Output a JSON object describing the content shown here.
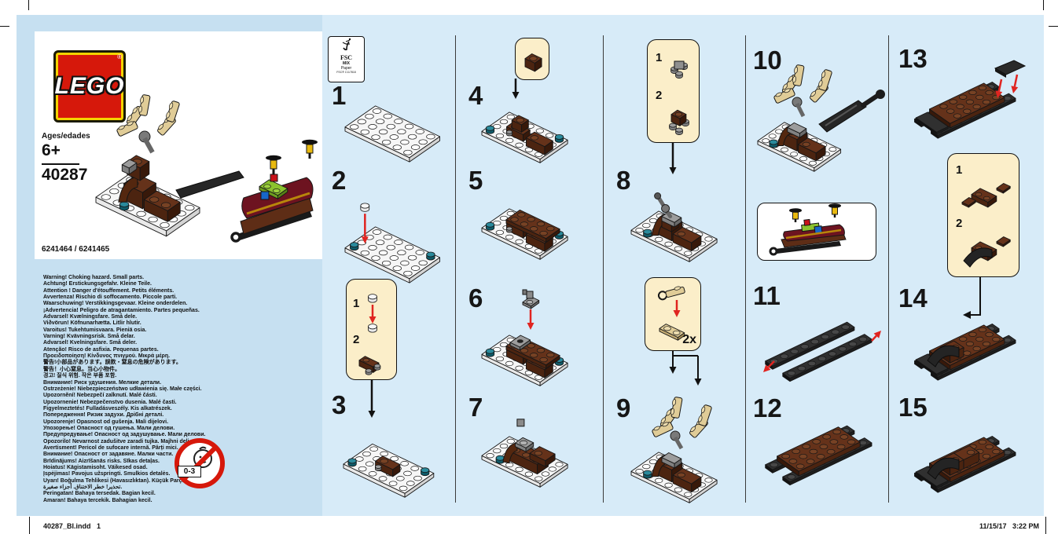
{
  "brand": {
    "logo_text": "LEGO",
    "reg_mark": "®"
  },
  "left_panel": {
    "ages_label": "Ages/edades",
    "age": "6+",
    "set_number": "40287",
    "item_numbers": "6241464 / 6241465",
    "choking_symbol_label": "0-3",
    "warnings": [
      "Warning! Choking hazard. Small parts.",
      "Achtung! Erstickungsgefahr. Kleine Teile.",
      "Attention ! Danger d'étouffement. Petits éléments.",
      "Avvertenza! Rischio di soffocamento. Piccole parti.",
      "Waarschuwing! Verstikkingsgevaar. Kleine onderdelen.",
      "¡Advertencia! Peligro de atragantamiento. Partes pequeñas.",
      "Advarsel! Kvælningsfare. Små dele.",
      "Viðvörun! Köfnunarhætta. Litlir hlutir.",
      "Varoitus! Tukehtumisvaara. Pieniä osia.",
      "Varning! Kvävningsrisk. Små delar.",
      "Advarsel! Kvelningsfare. Små deler.",
      "Atenção! Risco de asfixia. Pequenas partes.",
      "Προειδοποίηση! Κίνδυνος πνιγμού. Μικρά μέρη.",
      "警告!小部品があります。誤飲・窒息の危険があります。",
      "警告！小心窒息。当心小物件。",
      "경고! 질식 위험. 작은 부품 포함.",
      "Внимание! Риск удушения. Мелкие детали.",
      "Ostrzeżenie! Niebezpieczeństwo udławienia się. Małe części.",
      "Upozornění! Nebezpečí zalknutí. Malé části.",
      "Upozornenie! Nebezpečenstvo dusenia. Malé časti.",
      "Figyelmeztetés! Fulladásveszély. Kis alkatrészek.",
      "Попередження! Ризик задухи. Дрібні деталі.",
      "Upozorenje! Opasnost od gušenja. Mali dijelovi.",
      "Упозорење! Опасност од гушења. Мали делови.",
      "Предупредување! Опасност од задушување. Мали делови.",
      "Opozorilo! Nevarnost zadušitve zaradi tujka. Majhni deli.",
      "Avertisment! Pericol de sufocare internă. Părți mici.",
      "Внимание! Опасност от задавяне. Малки части.",
      "Brīdinājums! Aizrīšanās risks. Sīkas detaļas.",
      "Hoiatus! Kägistamisoht. Väikesed osad.",
      "Įspėjimas! Pavojus užspringti. Smulkios detalės.",
      "Uyarı! Boğulma Tehlikesi (Havasızlıktan). Küçük Parçalar.",
      "تحذير! خطر الاختناق. أجزاء صغيرة.",
      "Peringatan! Bahaya tersedak. Bagian kecil.",
      "Amaran! Bahaya tercekik. Bahagian kecil."
    ]
  },
  "fsc_label": {
    "title": "FSC",
    "mix": "MIX",
    "paper": "Paper",
    "cert": "FSC® C117818"
  },
  "steps": {
    "numbers": [
      "1",
      "2",
      "3",
      "4",
      "5",
      "6",
      "7",
      "8",
      "9",
      "10",
      "11",
      "12",
      "13",
      "14",
      "15"
    ]
  },
  "callouts": {
    "step_one": "1",
    "step_two": "2",
    "qty": "2x"
  },
  "footer": {
    "left": "40287_BI.indd   1",
    "right": "11/15/17   3:22 PM"
  },
  "colors": {
    "page_bg": "#d7ebf8",
    "left_bg": "#c6e0f1",
    "callout_bg": "#fbeec9",
    "lego_red": "#d6180b",
    "arrow_red": "#e02420",
    "brick_brown": "#65321a",
    "tan": "#e0cc97",
    "teal": "#2a8a9c"
  }
}
